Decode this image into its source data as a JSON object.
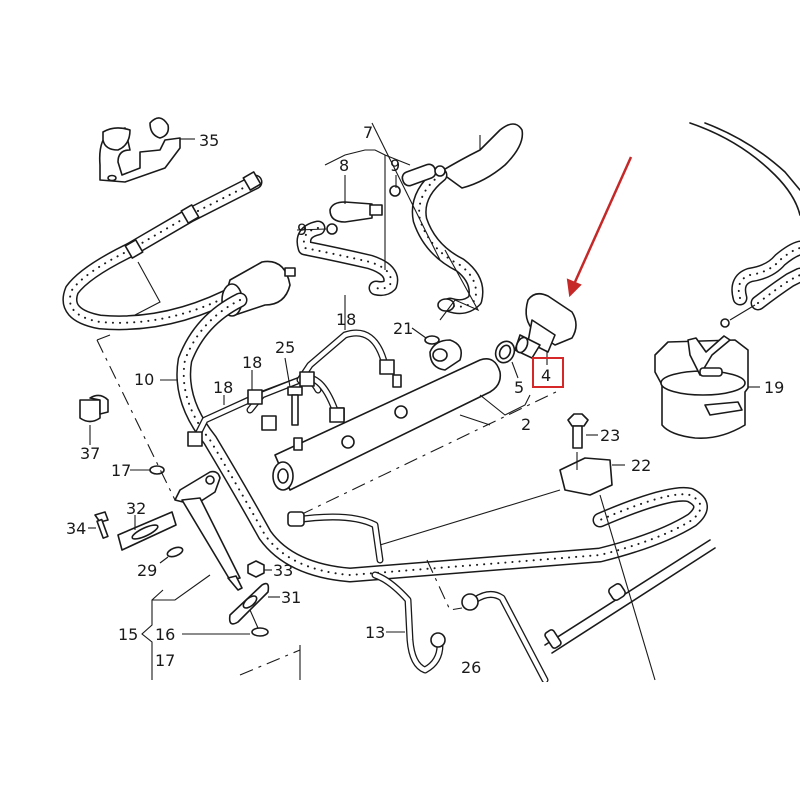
{
  "diagram": {
    "title": "Fuel rail / injector exploded parts diagram",
    "highlight_color": "#d62828",
    "arrow_color": "#c62828",
    "highlighted_part": "4",
    "labels": {
      "p35": "35",
      "p7": "7",
      "p8": "8",
      "p9a": "9",
      "p9b": "9",
      "p21": "21",
      "p18a": "18",
      "p18b": "18",
      "p18c": "18",
      "p25": "25",
      "p10": "10",
      "p5": "5",
      "p4": "4",
      "p2": "2",
      "p19": "19",
      "p23": "23",
      "p22": "22",
      "p37": "37",
      "p17a": "17",
      "p34": "34",
      "p32": "32",
      "p29": "29",
      "p33": "33",
      "p31": "31",
      "p15": "15",
      "p16": "16",
      "p17b": "17",
      "p13": "13",
      "p26": "26"
    }
  }
}
